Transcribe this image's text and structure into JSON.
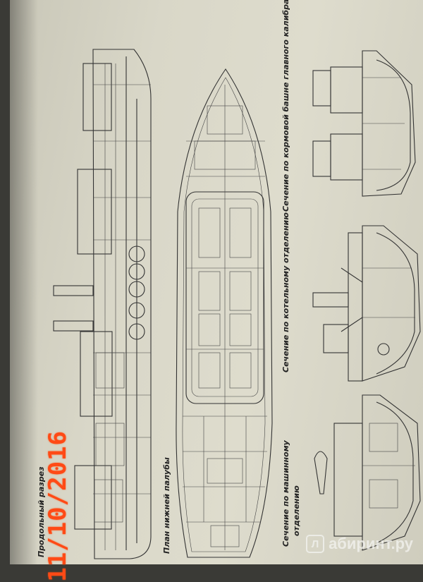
{
  "labels": {
    "longitudinal": "Продольный разрез",
    "lower_deck": "План нижней палубы",
    "section_turret": "Сечение по кормовой башне главного калибра",
    "section_boiler": "Сечение по котельному отделению",
    "section_engine_1": "Сечение по машинному",
    "section_engine_2": "отделению"
  },
  "date_stamp": "11/10/2016",
  "watermark": {
    "icon": "book-icon",
    "text": "абиринт.ру",
    "mark": "Л"
  }
}
